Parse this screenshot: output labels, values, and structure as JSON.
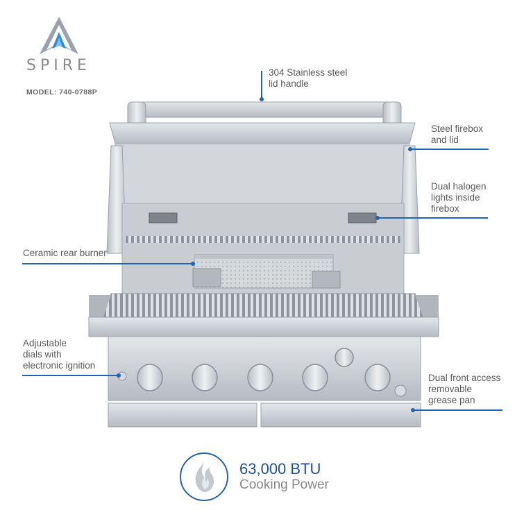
{
  "brand": {
    "name": "SPIRE",
    "model": "MODEL: 740-0788P"
  },
  "callouts": {
    "lid_handle": [
      "304 Stainless steel",
      "lid handle"
    ],
    "firebox": [
      "Steel firebox",
      "and lid"
    ],
    "lights": [
      "Dual halogen",
      "lights inside",
      "firebox"
    ],
    "rear_burner": [
      "Ceramic rear burner"
    ],
    "dials": [
      "Adjustable",
      "dials with",
      "electronic ignition"
    ],
    "grease_pan": [
      "Dual front access",
      "removable",
      "grease pan"
    ]
  },
  "power": {
    "value": "63,000 BTU",
    "label": "Cooking Power"
  },
  "colors": {
    "accent": "#1f64b5",
    "steel": "#c8cdd2",
    "text": "#555555"
  }
}
